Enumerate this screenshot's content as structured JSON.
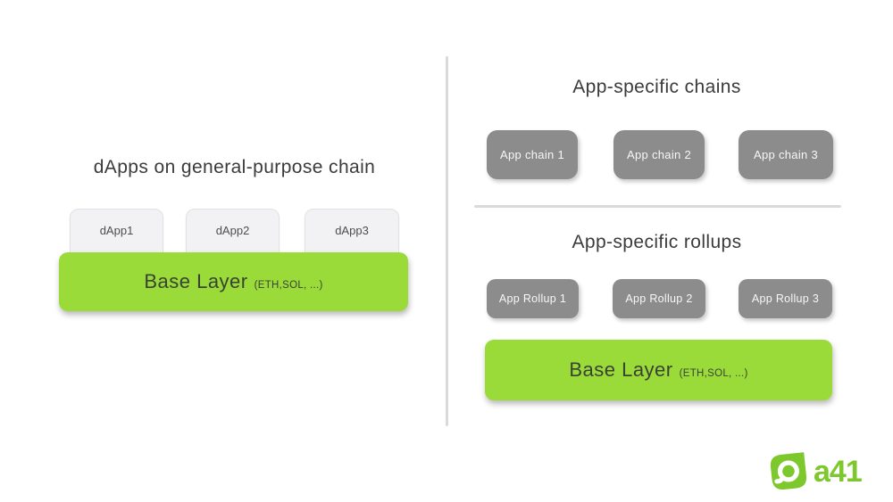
{
  "left": {
    "title": "dApps on general-purpose chain",
    "dapps": [
      {
        "label": "dApp1"
      },
      {
        "label": "dApp2"
      },
      {
        "label": "dApp3"
      }
    ],
    "base_layer": {
      "label": "Base Layer",
      "sublabel": "(ETH,SOL, ...)"
    }
  },
  "right": {
    "chains_title": "App-specific chains",
    "chains": [
      {
        "label": "App chain 1"
      },
      {
        "label": "App chain 2"
      },
      {
        "label": "App chain 3"
      }
    ],
    "rollups_title": "App-specific rollups",
    "rollups": [
      {
        "label": "App Rollup 1"
      },
      {
        "label": "App Rollup 2"
      },
      {
        "label": "App Rollup 3"
      }
    ],
    "base_layer": {
      "label": "Base Layer",
      "sublabel": "(ETH,SOL, ...)"
    }
  },
  "logo": {
    "wordmark": "a41"
  },
  "colors": {
    "accent_green": "#9adb3a",
    "box_gray": "#8c8c8c",
    "tab_gray": "#f2f2f4",
    "divider_gray": "#dadada",
    "logo_green": "#7dc82d",
    "title_text": "#3b3b3b"
  }
}
